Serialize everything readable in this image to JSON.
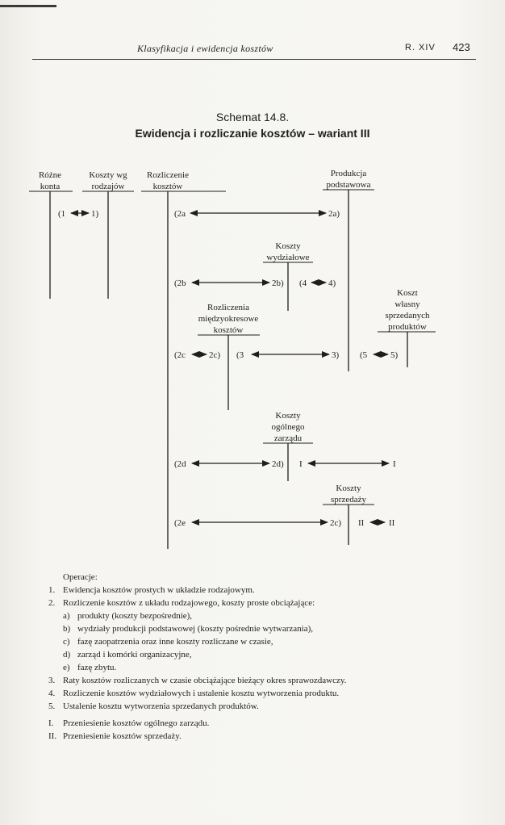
{
  "header": {
    "running_title": "Klasyfikacja i ewidencja kosztów",
    "chapter": "R. XIV",
    "page_number": "423"
  },
  "scheme": {
    "number": "Schemat 14.8.",
    "title": "Ewidencja i rozliczanie kosztów – wariant III"
  },
  "diagram": {
    "accounts": {
      "rozne_konta": [
        "Różne",
        "konta"
      ],
      "koszty_wg_rodzajow": [
        "Koszty wg",
        "rodzajów"
      ],
      "rozliczenie_kosztow": [
        "Rozliczenie",
        "kosztów"
      ],
      "produkcja_podstawowa": [
        "Produkcja",
        "podstawowa"
      ],
      "koszty_wydzialowe": [
        "Koszty",
        "wydziałowe"
      ],
      "rozliczenia_miedzyokresowe": [
        "Rozliczenia",
        "międzyokresowe",
        "kosztów"
      ],
      "koszt_wlasny": [
        "Koszt",
        "własny",
        "sprzedanych",
        "produktów"
      ],
      "koszty_ogolnego_zarzadu": [
        "Koszty",
        "ogólnego",
        "zarządu"
      ],
      "koszty_sprzedazy": [
        "Koszty",
        "sprzedaży"
      ]
    },
    "entries": {
      "e1_left": "(1",
      "e1_right": "1)",
      "e2a_left": "(2a",
      "e2a_right": "2a)",
      "e2b_left": "(2b",
      "e2b_right": "2b)",
      "e4_left": "(4",
      "e4_right": "4)",
      "e2c_left": "(2c",
      "e2c_right": "2c)",
      "e3_left": "(3",
      "e3_right": "3)",
      "e5_left": "(5",
      "e5_right": "5)",
      "e2d_left": "(2d",
      "e2d_right": "2d)",
      "eI_left": "I",
      "eI_right": "I",
      "e2e_left": "(2e",
      "e2e_right": "2c)",
      "eII_left": "II",
      "eII_right": "II"
    }
  },
  "legend": {
    "heading": "Operacje:",
    "items": [
      {
        "num": "1.",
        "text": "Ewidencja kosztów prostych w układzie rodzajowym."
      },
      {
        "num": "2.",
        "text": "Rozliczenie kosztów z układu rodzajowego, koszty proste obciążające:"
      },
      {
        "num": "3.",
        "text": "Raty kosztów rozliczanych w czasie obciążające bieżący okres sprawozdawczy."
      },
      {
        "num": "4.",
        "text": "Rozliczenie kosztów wydziałowych i ustalenie kosztu wytworzenia produktu."
      },
      {
        "num": "5.",
        "text": "Ustalenie kosztu wytworzenia sprzedanych produktów."
      },
      {
        "num": "I.",
        "text": "Przeniesienie kosztów ogólnego zarządu."
      },
      {
        "num": "II.",
        "text": "Przeniesienie kosztów sprzedaży."
      }
    ],
    "subitems": [
      {
        "letter": "a)",
        "text": "produkty (koszty bezpośrednie),"
      },
      {
        "letter": "b)",
        "text": "wydziały produkcji podstawowej (koszty pośrednie wytwarzania),"
      },
      {
        "letter": "c)",
        "text": "fazę zaopatrzenia oraz inne koszty rozliczane w czasie,"
      },
      {
        "letter": "d)",
        "text": "zarząd i komórki organizacyjne,"
      },
      {
        "letter": "e)",
        "text": "fazę zbytu."
      }
    ]
  }
}
